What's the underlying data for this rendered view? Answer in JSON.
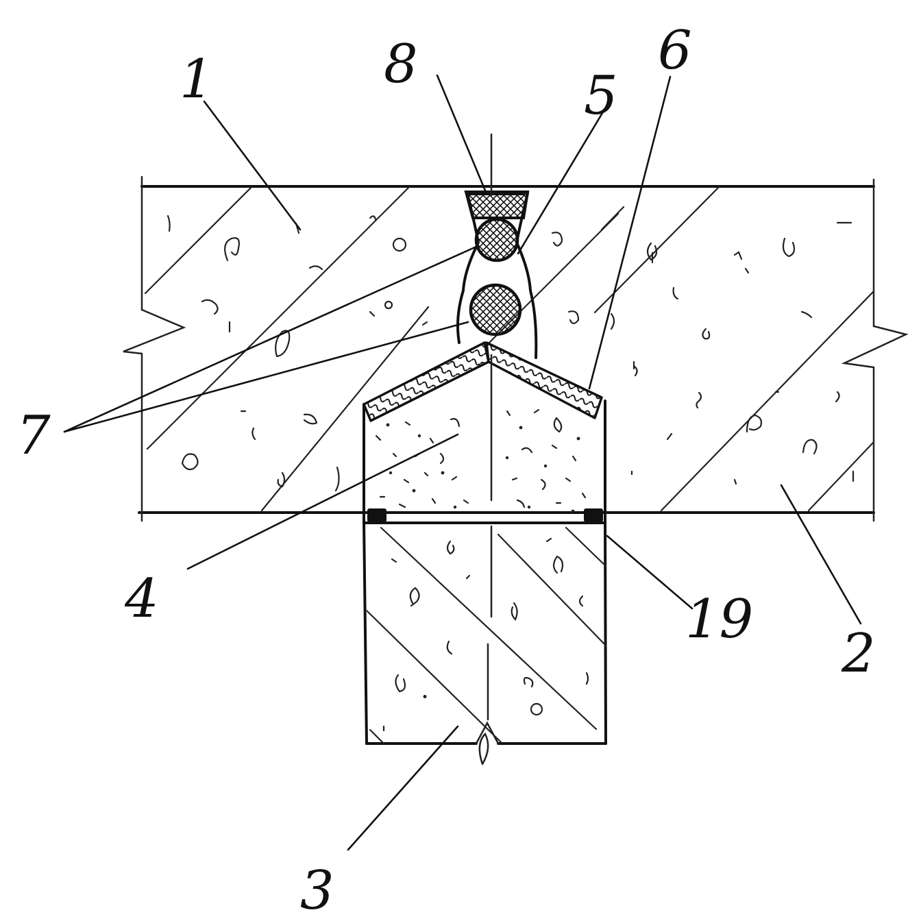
{
  "labels": {
    "slab_left": "1",
    "slab_right": "2",
    "stem": "3",
    "core_filler": "4",
    "seal_lower": "5",
    "cap_layer": "6",
    "cords": "7",
    "top_sealant": "8",
    "corner_pads": "19"
  }
}
